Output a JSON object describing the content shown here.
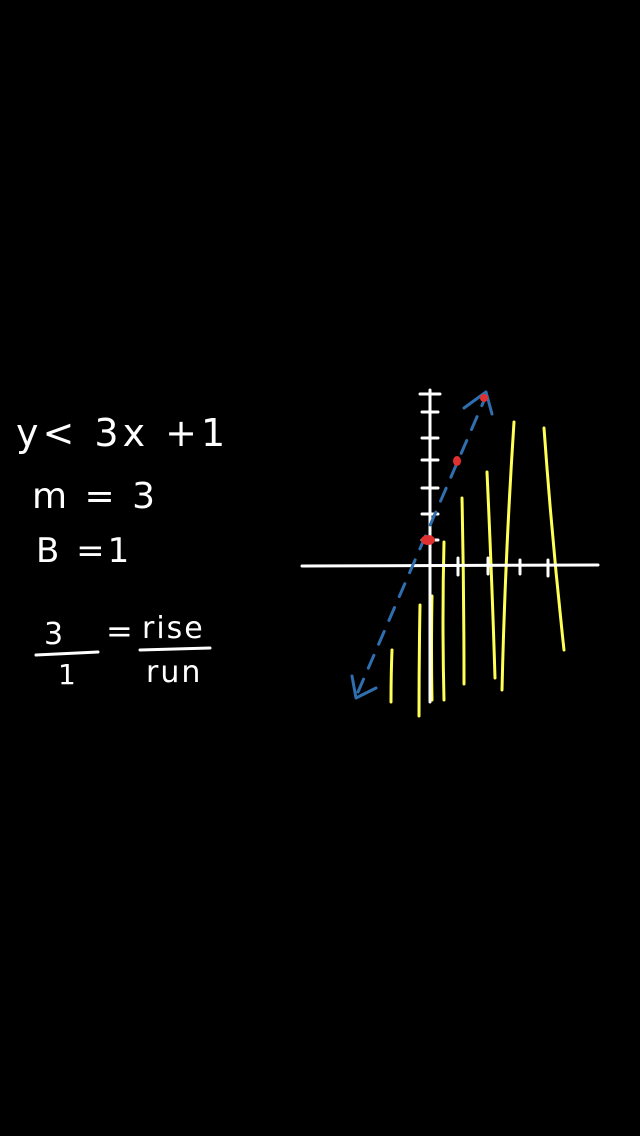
{
  "colors": {
    "background": "#000000",
    "ink": "#ffffff",
    "shading": "#ffff55",
    "boundary": "#2f6fb0",
    "points": "#e03030"
  },
  "notes": {
    "inequality": "y< 3x +1",
    "slope": "m = 3",
    "intercept": "B =1",
    "fraction_numerator": "3",
    "fraction_denominator": "1",
    "equals": "=",
    "ratio_top": "rise",
    "ratio_bottom": "run"
  },
  "graph": {
    "boundary_style": "dashed",
    "shaded_side": "below-right",
    "plotted_points": [
      {
        "x": 0,
        "y": 1
      },
      {
        "x": 1,
        "y": 4
      },
      {
        "x": 2,
        "y": 7
      }
    ]
  }
}
